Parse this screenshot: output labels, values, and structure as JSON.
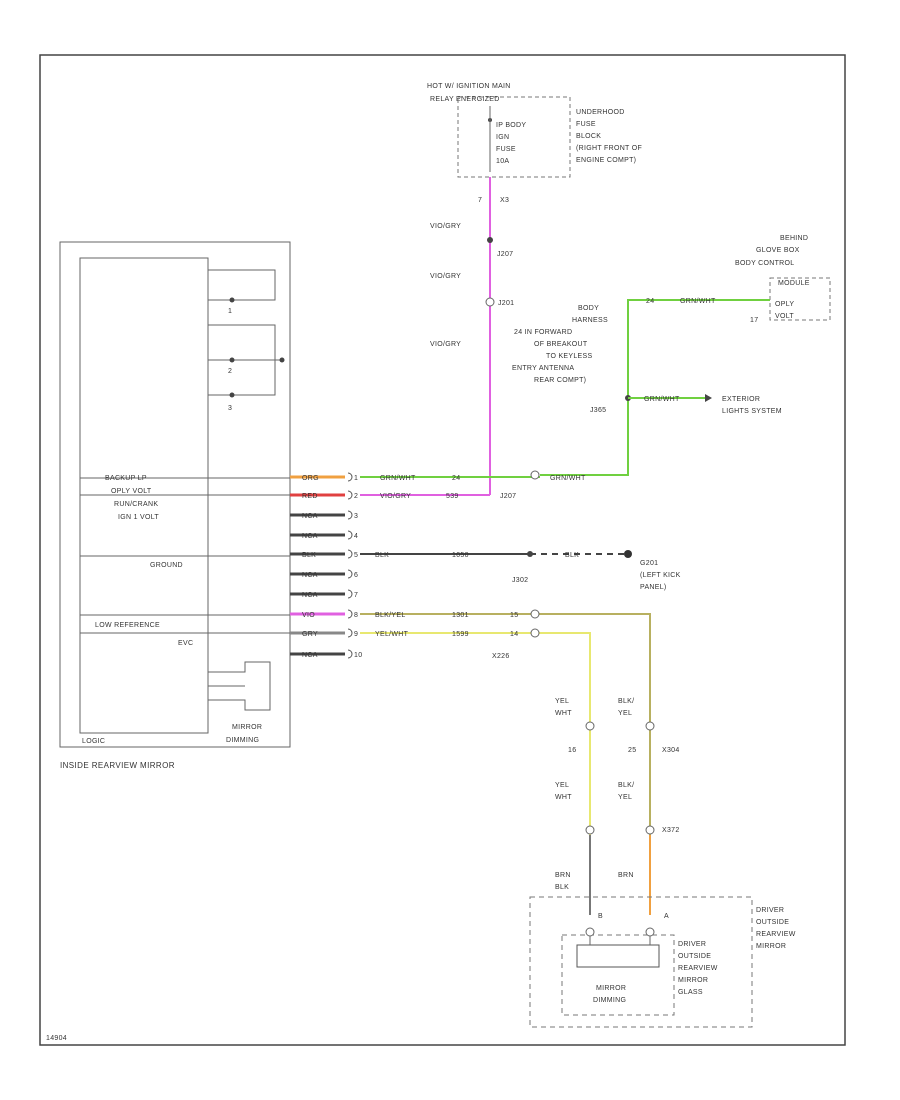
{
  "colors": {
    "frame": "#444444",
    "wire_pink": "#e060e0",
    "wire_green": "#70d040",
    "wire_orange": "#f0a040",
    "wire_red": "#e04040",
    "wire_yellow": "#e8e870",
    "wire_olive": "#b8b060",
    "wire_dark": "#444444",
    "dashed_box": "#777777"
  },
  "top": {
    "hot_label": "HOT W/ IGNITION MAIN",
    "relay_label": "RELAY ENERGIZED",
    "fuse_label": [
      "IP BODY",
      "IGN",
      "FUSE",
      "10A"
    ],
    "fuse_block_label": [
      "UNDERHOOD",
      "FUSE",
      "BLOCK",
      "(RIGHT FRONT OF",
      "ENGINE COMPT)"
    ],
    "pin_7": "7",
    "conn_x3": "X3",
    "splice_j207": "J207",
    "splice_j201": "J201",
    "wire_vio_gry_1": "VIO/GRY",
    "wire_vio_gry_2": "VIO/GRY",
    "wire_vio_gry_3": "VIO/GRY"
  },
  "bcm": {
    "label": [
      "BEHIND",
      "GLOVE BOX",
      "BODY CONTROL",
      "MODULE"
    ],
    "pin_label": "17",
    "output_label": [
      "OPLY",
      "VOLT"
    ],
    "wire": "GRN/WHT",
    "ckt": "24"
  },
  "harness_note": [
    "BODY",
    "HARNESS",
    "24 IN FORWARD",
    "OF BREAKOUT",
    "TO KEYLESS",
    "ENTRY ANTENNA",
    "REAR COMPT)"
  ],
  "splice_j365": "J365",
  "exterior": {
    "wire": "GRN/WHT",
    "label": [
      "EXTERIOR",
      "LIGHTS SYSTEM"
    ]
  },
  "mirror": {
    "pin_labels": [
      "BACKUP LP",
      "OPLY VOLT",
      "RUN/CRANK",
      "IGN 1 VOLT",
      "GROUND",
      "LOW REFERENCE",
      "EVC"
    ],
    "switch_labels": [
      "1",
      "2",
      "3"
    ],
    "dimming_label": [
      "MIRROR",
      "DIMMING"
    ],
    "bottom_label": "LOGIC",
    "title": "INSIDE REARVIEW MIRROR"
  },
  "pins": [
    {
      "wire": "ORG",
      "num": "1",
      "color": "#f0a040"
    },
    {
      "wire": "RED",
      "num": "2",
      "color": "#e04040"
    },
    {
      "wire": "NCA",
      "num": "3",
      "color": "#444444"
    },
    {
      "wire": "NCA",
      "num": "4",
      "color": "#444444"
    },
    {
      "wire": "BLK",
      "num": "5",
      "color": "#444444"
    },
    {
      "wire": "NCA",
      "num": "6",
      "color": "#444444"
    },
    {
      "wire": "NCA",
      "num": "7",
      "color": "#444444"
    },
    {
      "wire": "VIO",
      "num": "8",
      "color": "#e060e0"
    },
    {
      "wire": "GRY",
      "num": "9",
      "color": "#888888"
    },
    {
      "wire": "NCA",
      "num": "10",
      "color": "#444444"
    }
  ],
  "run": {
    "w1_wire": "GRN/WHT",
    "w1_ckt": "24",
    "w1_conn_wire": "GRN/WHT",
    "w2_wire": "VIO/GRY",
    "w2_ckt": "539",
    "splice_j207b": "J207",
    "gnd_wire": "BLK",
    "gnd_ckt": "1050",
    "gnd_splice": "J302",
    "gnd_wire2": "BLK",
    "gnd_label": [
      "G201",
      "(LEFT KICK",
      "PANEL)"
    ],
    "low_wire": "BLK/YEL",
    "low_ckt": "1301",
    "evc_wire": "YEL/WHT",
    "evc_ckt": "1599",
    "conn_x226": "X226",
    "low_pin": "15",
    "evc_pin": "14"
  },
  "down": {
    "left_wire_a": [
      "YEL",
      "WHT"
    ],
    "right_wire_a": [
      "BLK/",
      "YEL"
    ],
    "pin_left": "16",
    "pin_right": "25",
    "conn": "X304",
    "left_wire_b": [
      "YEL",
      "WHT"
    ],
    "right_wire_b": [
      "BLK/",
      "YEL"
    ],
    "conn2": "X372",
    "left_wire_c": [
      "BRN",
      "BLK"
    ],
    "right_wire_c": "BRN",
    "pin_b": "B",
    "pin_a": "A"
  },
  "driver_mirror": {
    "label": [
      "DRIVER",
      "OUTSIDE",
      "REARVIEW",
      "MIRROR"
    ],
    "glass_label": [
      "DRIVER",
      "OUTSIDE",
      "REARVIEW",
      "MIRROR",
      "GLASS"
    ],
    "dimming": [
      "MIRROR",
      "DIMMING"
    ]
  },
  "footer": "14904"
}
